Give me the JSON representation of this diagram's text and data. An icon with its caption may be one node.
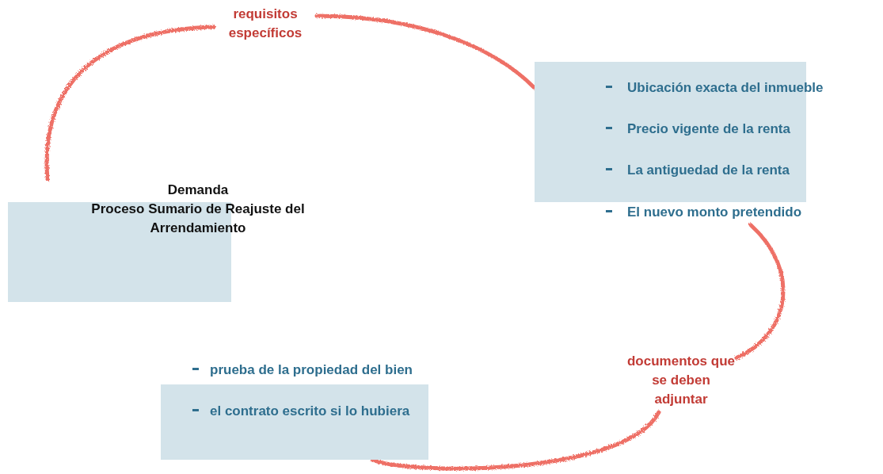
{
  "diagram": {
    "nodes": [
      {
        "text": [
          "Demanda",
          "Proceso Sumario de Reajuste del Arrendamiento"
        ]
      },
      {
        "text": [
          "requisitos específicos"
        ]
      },
      {
        "text": [
          "Ubicación exacta del inmueble",
          "Precio vigente de la renta",
          "La antiguedad de la renta",
          "El nuevo monto pretendido"
        ]
      },
      {
        "text": [
          "documentos que se deben adjuntar"
        ]
      },
      {
        "text": [
          "prueba de la propiedad del bien",
          "el contrato escrito si lo hubiera"
        ]
      }
    ],
    "edges": [
      {
        "from": 0,
        "to": 1,
        "arrow": "none"
      },
      {
        "from": 1,
        "to": 2,
        "arrow": "none"
      },
      {
        "from": 2,
        "to": 3,
        "arrow": "none"
      },
      {
        "from": 3,
        "to": 4,
        "arrow": "none"
      }
    ]
  }
}
